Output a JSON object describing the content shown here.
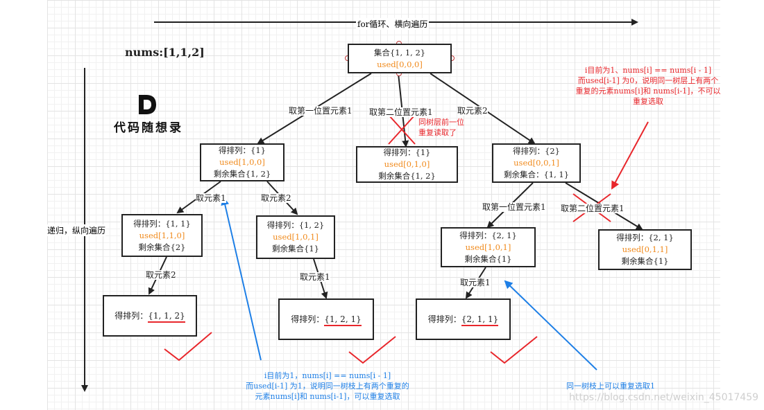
{
  "header": {
    "traverse_label": "for循环、横向遍历",
    "nums_label": "nums:[1,1,2]",
    "recursion_label": "递归，纵向遍历"
  },
  "logo": {
    "text": "代码随想录"
  },
  "nodes": {
    "root": {
      "line1": "集合{1, 1, 2}",
      "used": "used[0,0,0]"
    },
    "l1a": {
      "line1": "得排列：{1}",
      "used": "used[1,0,0]",
      "line3": "剩余集合{1, 2}"
    },
    "l1b": {
      "line1": "得排列：{1}",
      "used": "used[0,1,0]",
      "line3": "剩余集合{1, 2}"
    },
    "l1c": {
      "line1": "得排列：{2}",
      "used": "used[0,0,1]",
      "line3": "剩余集合：{1, 1}"
    },
    "l2a": {
      "line1": "得排列：{1, 1}",
      "used": "used[1,1,0]",
      "line3": "剩余集合{2}"
    },
    "l2b": {
      "line1": "得排列：{1, 2}",
      "used": "used[1,0,1]",
      "line3": "剩余集合{1}"
    },
    "l2c": {
      "line1": "得排列：{2, 1}",
      "used": "used[1,0,1]",
      "line3": "剩余集合{1}"
    },
    "l2d": {
      "line1": "得排列：{2, 1}",
      "used": "used[0,1,1]",
      "line3": "剩余集合{1}"
    },
    "f1": {
      "prefix": "得排列：",
      "value": "{1, 1, 2}"
    },
    "f2": {
      "prefix": "得排列：",
      "value": "{1, 2, 1}"
    },
    "f3": {
      "prefix": "得排列：",
      "value": "{2, 1, 1}"
    }
  },
  "edges": {
    "take_first_1": "取第一位置元素1",
    "take_second_1": "取第二位置元素1",
    "take_2": "取元素2",
    "take_1_a": "取元素1",
    "take_2_a": "取元素2",
    "take_2_b": "取元素2",
    "take_1_b": "取元素1",
    "take_first_1_b": "取第一位置元素1",
    "take_second_1_b": "取第二位置元素1",
    "take_1_c": "取元素1"
  },
  "notes": {
    "same_layer_dup": [
      "同树层前一位",
      "重复读取了"
    ],
    "red_explain": [
      "i目前为1、nums[i] == nums[i - 1]",
      "而used[i-1] 为0，说明同一树层上有两个",
      "重复的元素nums[i]和 nums[i-1]，不可以",
      "重复选取"
    ],
    "blue_explain": [
      "i目前为1，nums[i] == nums[i - 1]",
      "而used[i-1] 为1，说明同一树枝上有两个重复的",
      "元素nums[i]和 nums[i-1]，可以重复选取"
    ],
    "branch_note": "同一树枝上可以重复选取1"
  },
  "watermark": "https://blog.csdn.net/weixin_45017459",
  "colors": {
    "used": "#f08a1c",
    "red": "#e8262b",
    "blue": "#1e7fe6"
  }
}
